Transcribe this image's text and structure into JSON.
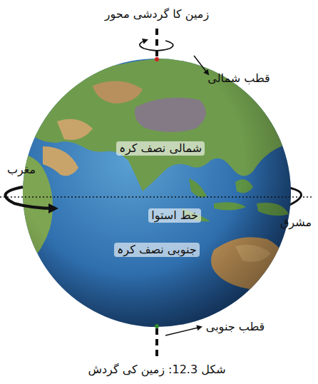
{
  "diagram": {
    "caption": "شکل 12.3: زمین کی گردش",
    "labels": [
      "زمین کا گردشی محور",
      "قطب شمالی",
      "شمالی نصف کرہ",
      "مغرب",
      "خط استوا",
      "مشرق",
      "جنوبی نصف کرہ",
      "قطب جنوبی"
    ]
  }
}
